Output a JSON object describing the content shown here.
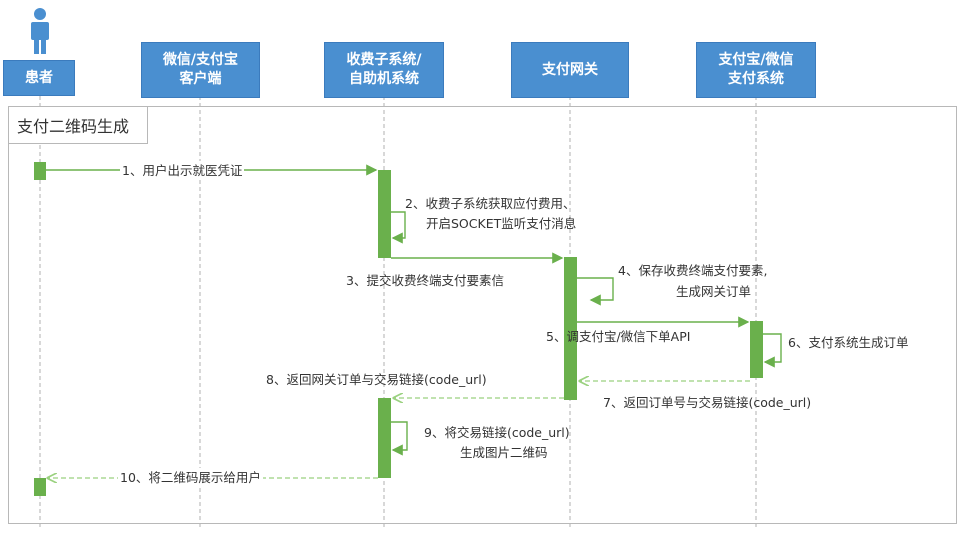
{
  "actors": [
    {
      "name": "患者"
    },
    {
      "name": "微信/支付宝",
      "name2": "客户端"
    },
    {
      "name": "收费子系统/",
      "name2": "自助机系统"
    },
    {
      "name": "支付网关"
    },
    {
      "name": "支付宝/微信",
      "name2": "支付系统"
    }
  ],
  "fragment": {
    "label": "支付二维码生成"
  },
  "messages": {
    "m1": "1、用户出示就医凭证",
    "m2a": "2、收费子系统获取应付费用、",
    "m2b": "开启SOCKET监听支付消息",
    "m3": "3、提交收费终端支付要素信",
    "m4a": "4、保存收费终端支付要素,",
    "m4b": "生成网关订单",
    "m5": "5、调支付宝/微信下单API",
    "m6": "6、支付系统生成订单",
    "m7": "7、返回订单号与交易链接(code_url)",
    "m8": "8、返回网关订单与交易链接(code_url)",
    "m9a": "9、将交易链接(code_url)",
    "m9b": "生成图片二维码",
    "m10": "10、将二维码展示给用户"
  },
  "colors": {
    "actor": "#4a8fd0",
    "activation": "#6ab04c",
    "arrow": "#6ab04c",
    "return": "#9ad17f",
    "lifeline": "#b0b0b0"
  }
}
